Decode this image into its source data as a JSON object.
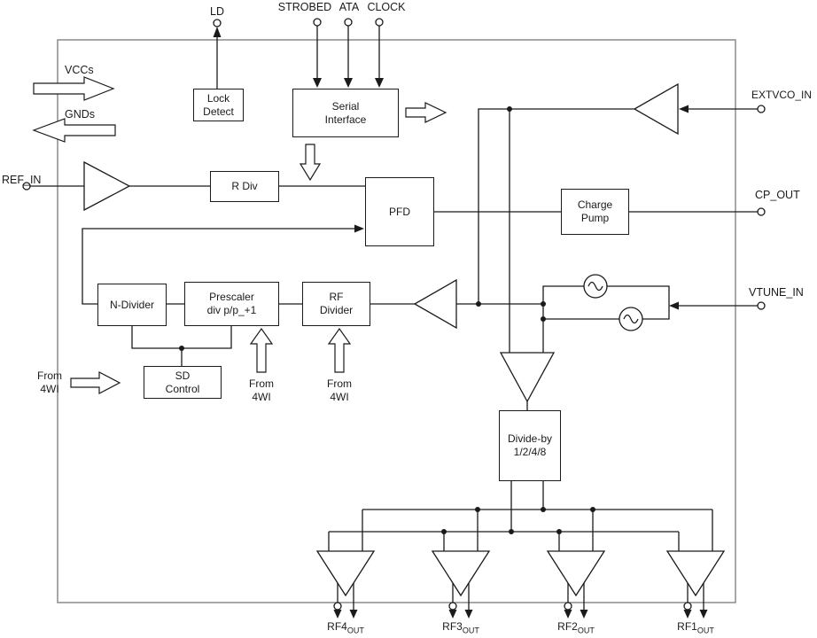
{
  "pins": {
    "ld": "LD",
    "strobed": "STROBED",
    "ata": "ATA",
    "clock": "CLOCK",
    "vccs": "VCCs",
    "gnds": "GNDs",
    "ref_in": "REF_IN",
    "extvco_in": "EXTVCO_IN",
    "cp_out": "CP_OUT",
    "vtune_in": "VTUNE_IN",
    "rf_outputs": [
      {
        "base": "RF4",
        "sub": "OUT"
      },
      {
        "base": "RF3",
        "sub": "OUT"
      },
      {
        "base": "RF2",
        "sub": "OUT"
      },
      {
        "base": "RF1",
        "sub": "OUT"
      }
    ]
  },
  "blocks": {
    "lock_detect": "Lock\nDetect",
    "serial_interface": "Serial\nInterface",
    "r_div": "R Div",
    "pfd": "PFD",
    "charge_pump": "Charge\nPump",
    "n_divider": "N-Divider",
    "prescaler": "Prescaler\ndiv p/p_+1",
    "rf_divider": "RF\nDivider",
    "sd_control": "SD\nControl",
    "divide_by": "Divide-by\n1/2/4/8"
  },
  "annotations": {
    "from_4wi": "From\n4WI"
  },
  "colors": {
    "line": "#1a1a1a",
    "chip_border": "#8a8a8a",
    "background": "#ffffff"
  }
}
